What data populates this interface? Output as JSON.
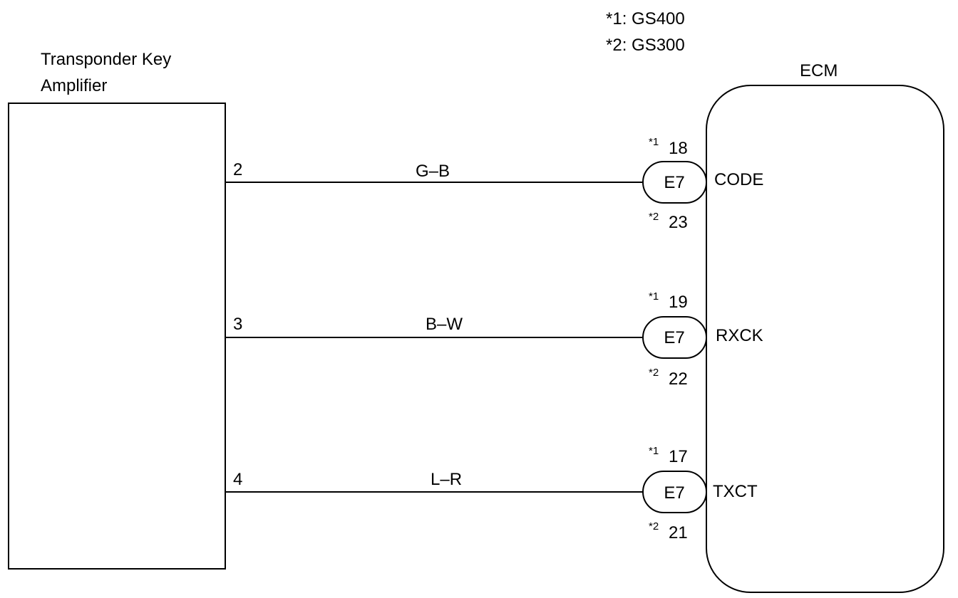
{
  "legend": [
    {
      "text": "*1: GS400"
    },
    {
      "text": "*2: GS300"
    }
  ],
  "amplifier": {
    "label_line1": "Transponder Key",
    "label_line2": "Amplifier"
  },
  "ecm": {
    "label": "ECM"
  },
  "wires": [
    {
      "pin": "2",
      "color": "G–B",
      "connector": "E7",
      "sup1": "*1",
      "pin1": "18",
      "sup2": "*2",
      "pin2": "23",
      "terminal": "CODE"
    },
    {
      "pin": "3",
      "color": "B–W",
      "connector": "E7",
      "sup1": "*1",
      "pin1": "19",
      "sup2": "*2",
      "pin2": "22",
      "terminal": "RXCK"
    },
    {
      "pin": "4",
      "color": "L–R",
      "connector": "E7",
      "sup1": "*1",
      "pin1": "17",
      "sup2": "*2",
      "pin2": "21",
      "terminal": "TXCT"
    }
  ]
}
